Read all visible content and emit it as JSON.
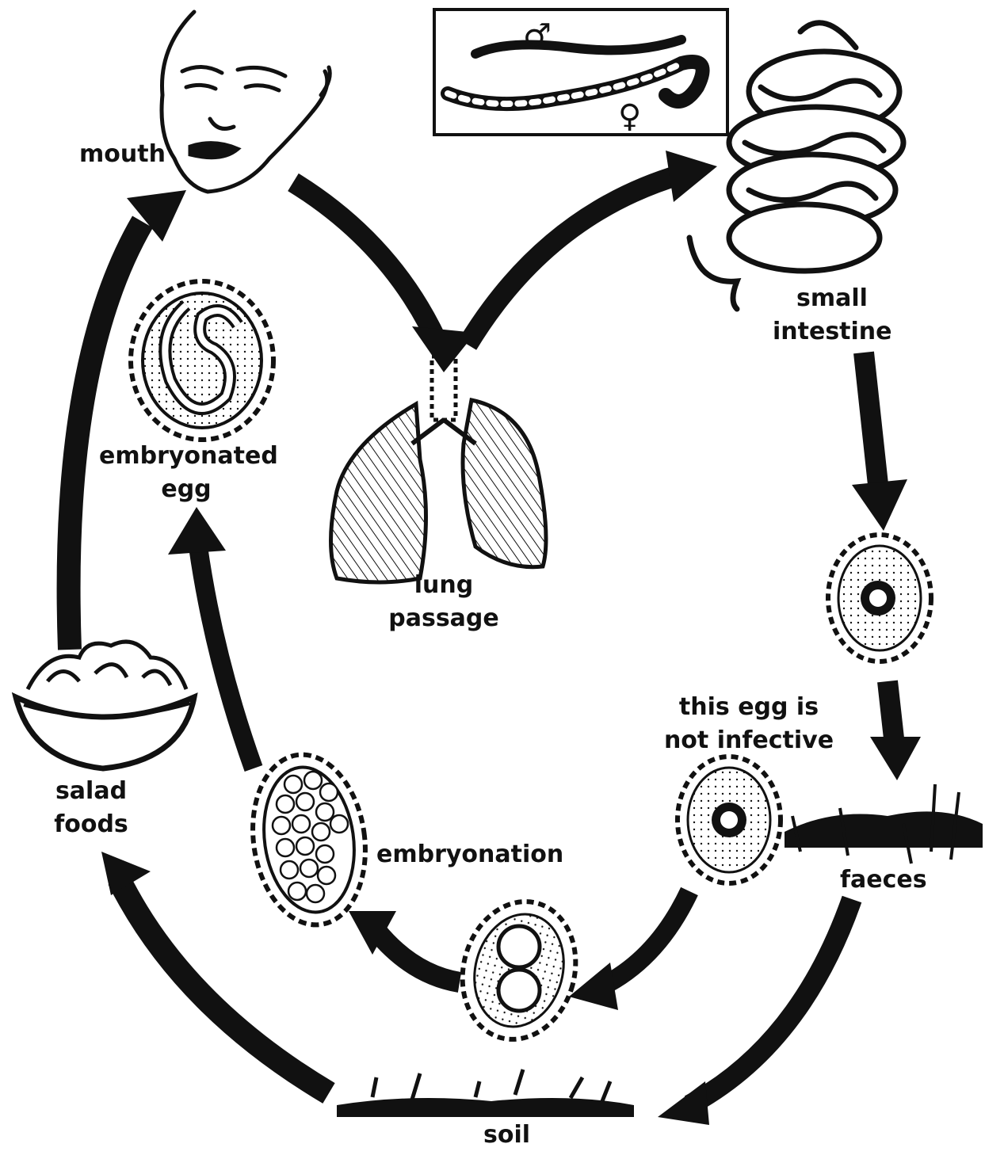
{
  "labels": {
    "mouth": "mouth",
    "small_intestine": [
      "small",
      "intestine"
    ],
    "embryonated_egg": [
      "embryonated",
      "egg"
    ],
    "lung_passage": [
      "lung",
      "passage"
    ],
    "not_infective": [
      "this egg is",
      "not infective"
    ],
    "salad_foods": [
      "salad",
      "foods"
    ],
    "embryonation": "embryonation",
    "faeces": "faeces",
    "soil": "soil"
  },
  "symbols": {
    "male": "♂",
    "female": "♀"
  },
  "icons": [
    "child-face-icon",
    "worm-pair-icon",
    "small-intestine-icon",
    "lungs-icon",
    "embryonated-egg-icon",
    "fertilized-egg-icon",
    "salad-bowl-icon",
    "multicell-egg-icon",
    "two-cell-egg-icon",
    "faeces-icon",
    "soil-icon"
  ],
  "colors": {
    "ink": "#111111",
    "paper": "#ffffff"
  }
}
